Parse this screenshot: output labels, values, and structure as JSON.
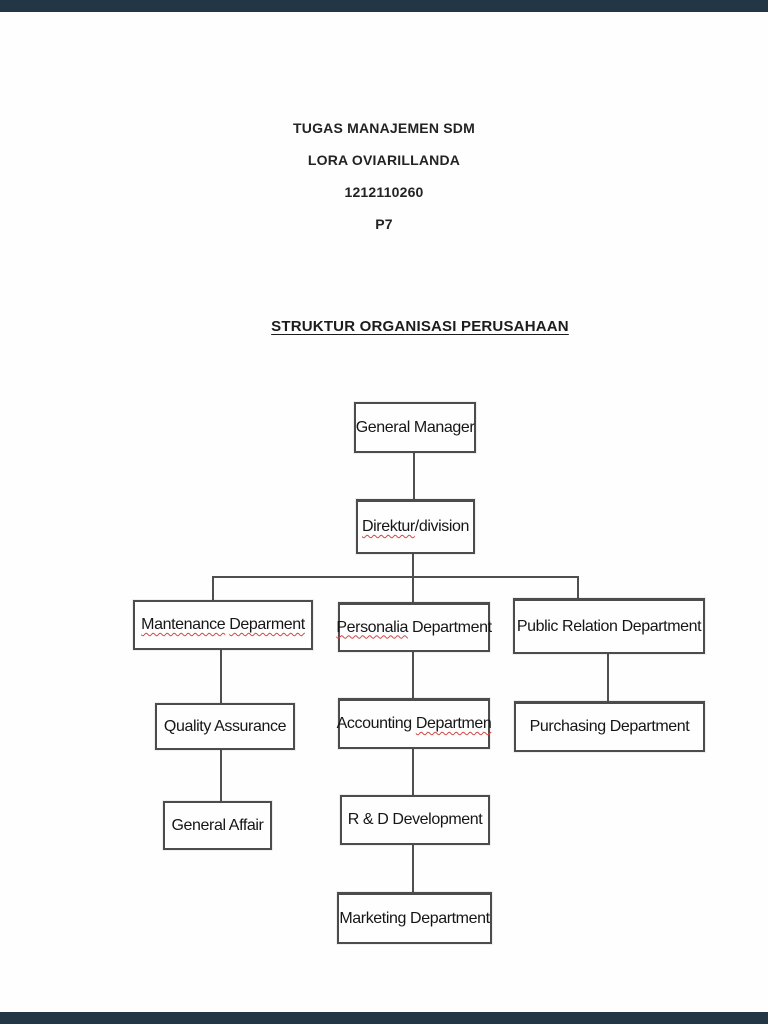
{
  "header": {
    "lines": [
      "TUGAS MANAJEMEN SDM",
      "LORA OVIARILLANDA",
      "1212110260",
      "P7"
    ]
  },
  "title": "STRUKTUR ORGANISASI PERUSAHAAN",
  "org_chart": {
    "type": "org-chart",
    "nodes": [
      {
        "id": "general-manager",
        "label": "General Manager",
        "parent": null,
        "misspelled": []
      },
      {
        "id": "direktur-division",
        "label": "Direktur/division",
        "parent": "general-manager",
        "misspelled": [
          "Direktur"
        ]
      },
      {
        "id": "mantenance-deparment",
        "label": "Mantenance Deparment",
        "parent": "direktur-division",
        "misspelled": [
          "Mantenance",
          "Deparment"
        ]
      },
      {
        "id": "personalia-department",
        "label": "Personalia Department",
        "parent": "direktur-division",
        "misspelled": [
          "Personalia"
        ]
      },
      {
        "id": "public-relation-department",
        "label": "Public Relation Department",
        "parent": "direktur-division",
        "misspelled": []
      },
      {
        "id": "quality-assurance",
        "label": "Quality Assurance",
        "parent": "mantenance-deparment",
        "misspelled": []
      },
      {
        "id": "general-affair",
        "label": "General Affair",
        "parent": "quality-assurance",
        "misspelled": []
      },
      {
        "id": "accounting-departmen",
        "label": "Accounting Departmen",
        "parent": "personalia-department",
        "misspelled": [
          "Departmen"
        ]
      },
      {
        "id": "r-d-development",
        "label": "R & D Development",
        "parent": "accounting-departmen",
        "misspelled": []
      },
      {
        "id": "marketing-department",
        "label": "Marketing Department",
        "parent": "r-d-development",
        "misspelled": []
      },
      {
        "id": "purchasing-department",
        "label": "Purchasing Department",
        "parent": "public-relation-department",
        "misspelled": []
      }
    ]
  },
  "colors": {
    "letterbox": "#233646",
    "box_border": "#4c4c4c",
    "connector": "#4f4f4f",
    "text": "#161616",
    "spellcheck": "#d14545"
  }
}
